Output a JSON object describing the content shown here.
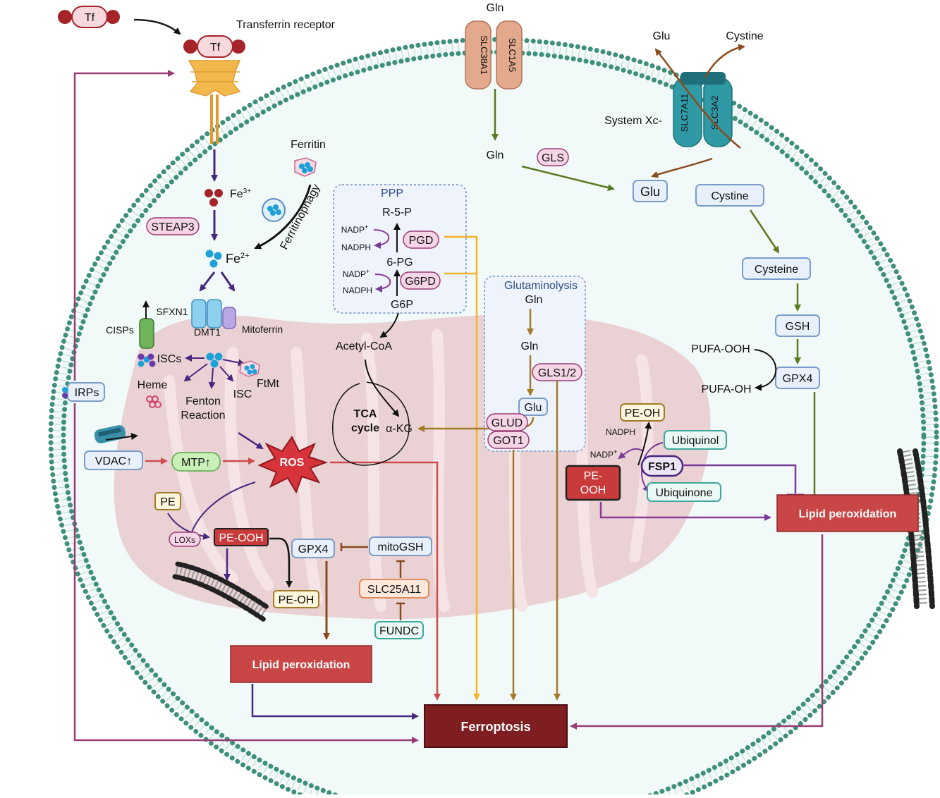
{
  "colors": {
    "membrane_dots": "#3f8f7d",
    "cell_fill": "#f1faf8",
    "mito_fill": "#e9c9ce",
    "iron_purple": "#47267f",
    "glutamine_green": "#5a7a20",
    "ppp_orange": "#f2b52a",
    "gold_brown": "#a37b28",
    "magenta": "#9a3b76",
    "red_arrow": "#cc4b4b",
    "lipid_box": "#c94646",
    "ferroptosis_box": "#7e1e21",
    "pink_label": "#f6d6e6",
    "blue_label": "#e8f0fb"
  },
  "transport": {
    "tf_free": "Tf",
    "tf_bound": "Tf",
    "transferrin_receptor": "Transferrin receptor",
    "slc38a1": "SLC38A1",
    "slc1a5": "SLC1A5",
    "gln_outside": "Gln",
    "gln_inside": "Gln",
    "glu_out": "Glu",
    "cystine_out": "Cystine",
    "slc7a11": "SLC7A11",
    "slc3a2": "SLC3A2",
    "system_xc": "System Xc-"
  },
  "iron": {
    "ferritin": "Ferritin",
    "ferritinophagy": "Ferritinophagy",
    "fe3": "Fe",
    "fe3_sup": "3+",
    "steap3": "STEAP3",
    "fe2": "Fe",
    "fe2_sup": "2+",
    "irps": "IRPs"
  },
  "mito": {
    "sfxn1": "SFXN1",
    "cisps": "CISPs",
    "dmt1": "DMT1",
    "mitoferrin": "Mitoferrin",
    "iscs": "ISCs",
    "heme": "Heme",
    "ftmt": "FtMt",
    "isc": "ISC",
    "fenton": "Fenton",
    "reaction": "Reaction",
    "vdac": "VDAC↑",
    "mtp": "MTP↑",
    "ros": "ROS",
    "pe": "PE",
    "loxs": "LOXs",
    "pe_ooh": "PE-OOH",
    "gpx4": "GPX4",
    "pe_oh": "PE-OH",
    "mitogsh": "mitoGSH",
    "slc25a11": "SLC25A11",
    "fundc": "FUNDC",
    "lipid_peroxidation": "Lipid peroxidation",
    "tca1": "TCA",
    "tca2": "cycle",
    "akg": "α-KG",
    "acetyl_coa": "Acetyl-CoA"
  },
  "ppp": {
    "title": "PPP",
    "r5p": "R-5-P",
    "pgd": "PGD",
    "six_pg": "6-PG",
    "g6pd": "G6PD",
    "g6p": "G6P",
    "nadp1": "NADP",
    "nadph1": "NADPH",
    "nadp2": "NADP",
    "nadph2": "NADPH",
    "plus": "+"
  },
  "glutaminolysis": {
    "title": "Glutaminolysis",
    "gln1": "Gln",
    "gln2": "Gln",
    "gls12": "GLS1/2",
    "glu": "Glu",
    "glud": "GLUD",
    "got1": "GOT1"
  },
  "cytosol": {
    "gls": "GLS",
    "glu": "Glu",
    "cystine": "Cystine",
    "cysteine": "Cysteine",
    "gsh": "GSH",
    "gpx4": "GPX4",
    "pufa_ooh": "PUFA-OOH",
    "pufa_oh": "PUFA-OH",
    "pe_oh": "PE-OH",
    "nadph": "NADPH",
    "nadp": "NADP",
    "plus": "+",
    "ubiquinol": "Ubiquinol",
    "fsp1": "FSP1",
    "ubiquinone": "Ubiquinone",
    "pe_ooh_1": "PE-",
    "pe_ooh_2": "OOH",
    "lipid_peroxidation": "Lipid peroxidation"
  },
  "outcome": {
    "ferroptosis": "Ferroptosis"
  }
}
